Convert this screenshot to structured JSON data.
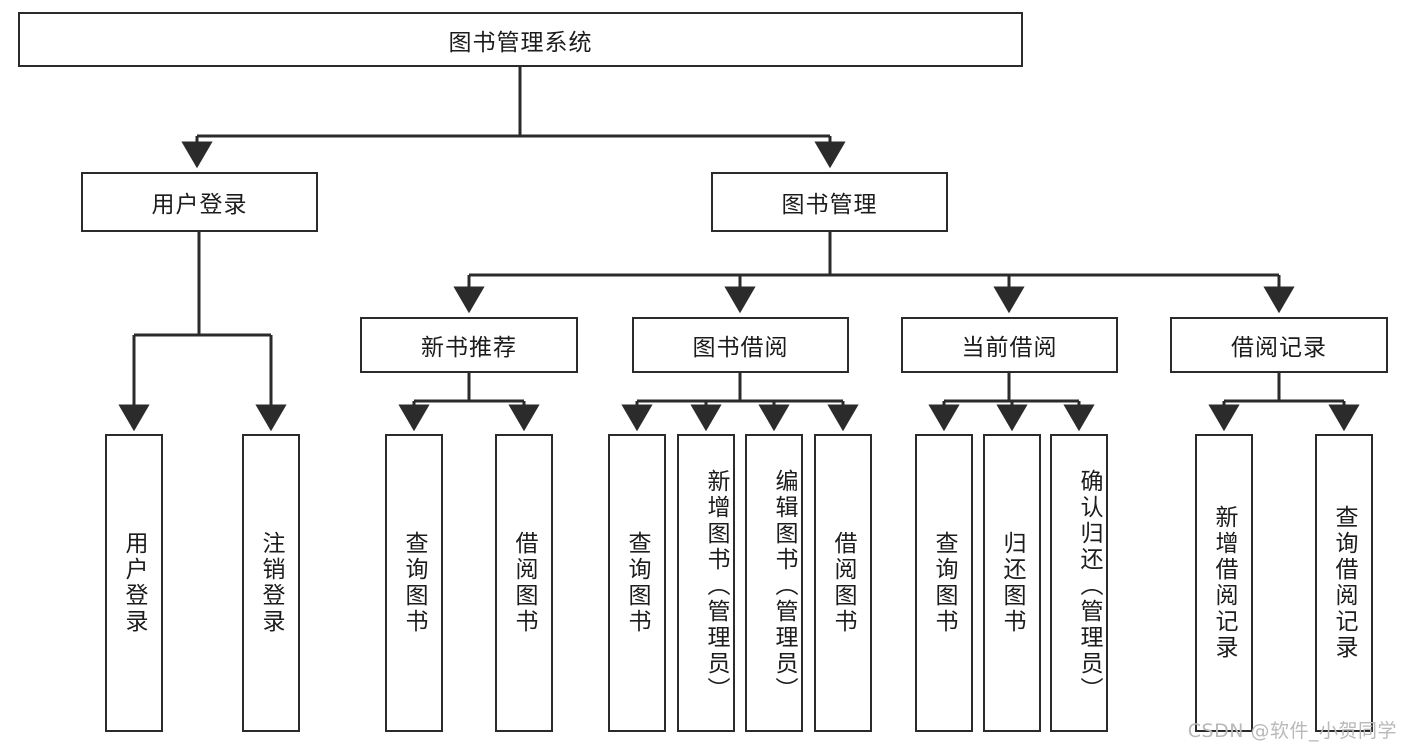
{
  "diagram": {
    "title": "图书管理系统",
    "type": "tree-hierarchy-chart",
    "levels": {
      "root": {
        "label": "图书管理系统"
      },
      "level2": [
        {
          "label": "用户登录"
        },
        {
          "label": "图书管理"
        }
      ],
      "level3": [
        {
          "label": "新书推荐"
        },
        {
          "label": "图书借阅"
        },
        {
          "label": "当前借阅"
        },
        {
          "label": "借阅记录"
        }
      ],
      "leaves": {
        "user_login": [
          {
            "label": "用户登录"
          },
          {
            "label": "注销登录"
          }
        ],
        "new_book": [
          {
            "label": "查询图书"
          },
          {
            "label": "借阅图书"
          }
        ],
        "borrow_book": [
          {
            "label": "查询图书"
          },
          {
            "label": "新增图书（管理员）"
          },
          {
            "label": "编辑图书（管理员）"
          },
          {
            "label": "借阅图书"
          }
        ],
        "current_borrow": [
          {
            "label": "查询图书"
          },
          {
            "label": "归还图书"
          },
          {
            "label": "确认归还（管理员）"
          }
        ],
        "borrow_record": [
          {
            "label": "新增借阅记录"
          },
          {
            "label": "查询借阅记录"
          }
        ]
      }
    },
    "colors": {
      "stroke": "#2b2b2b",
      "fill": "#ffffff",
      "text": "#1c1c1c",
      "watermark": "#b9b9b9"
    }
  },
  "watermark": {
    "text": "CSDN @软件_小贺同学"
  }
}
